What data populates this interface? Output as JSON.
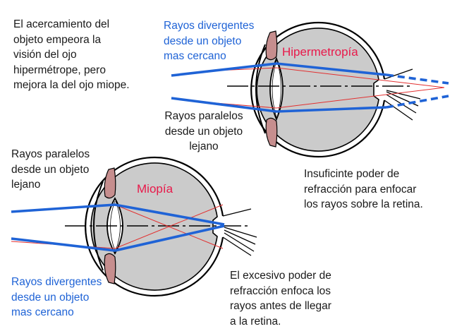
{
  "intro_text": {
    "lines": [
      "El acercamiento del",
      "objeto empeora la",
      "visión del ojo",
      "hipermétrope, pero",
      "mejora la del ojo miope."
    ]
  },
  "hyperopia": {
    "title": "Hipermetropía",
    "divergent_label": [
      "Rayos divergentes",
      "desde un objeto",
      "mas cercano"
    ],
    "parallel_label": [
      "Rayos paralelos",
      "desde un objeto",
      "lejano"
    ],
    "caption": [
      "Insuficinte poder de",
      "refracción para enfocar",
      "los rayos sobre la retina."
    ]
  },
  "myopia": {
    "title": "Miopía",
    "parallel_label": [
      "Rayos paralelos",
      "desde un objeto",
      "lejano"
    ],
    "divergent_label": [
      "Rayos divergentes",
      "desde un objeto",
      "mas cercano"
    ],
    "caption": [
      "El excesivo poder de",
      "refracción enfoca los",
      "rayos antes de llegar",
      "a la retina."
    ]
  },
  "colors": {
    "eye_fill": "#cbcbcb",
    "iris": "#c68e8e",
    "divergent_rays": "#1f63d6",
    "parallel_rays": "#e23030",
    "title": "#e8194a"
  }
}
